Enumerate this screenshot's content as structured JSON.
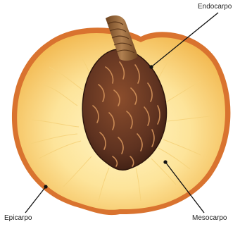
{
  "labels": {
    "endocarpo": "Endocarpo",
    "epicarpo": "Epicarpo",
    "mesocarpo": "Mesocarpo"
  },
  "colors": {
    "skin": "#d9732f",
    "flesh_edge": "#f4c55c",
    "flesh_center": "#fff1b8",
    "pit": "#6b3a24",
    "pit_dark": "#3a1d12",
    "stem": "#8a5a2b",
    "leader": "#111111"
  }
}
